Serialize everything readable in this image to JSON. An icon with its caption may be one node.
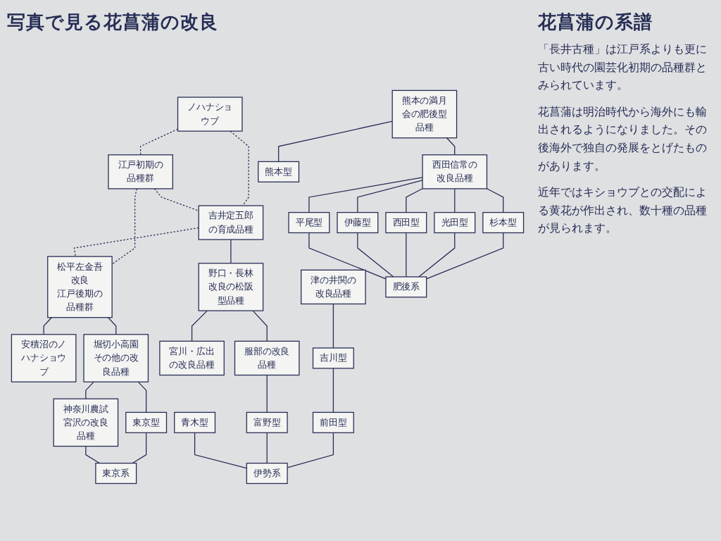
{
  "diagram": {
    "title": "花菖蒲の系譜",
    "nodes": [
      {
        "text": [
          "ノハナショウブ"
        ]
      },
      {
        "text": [
          "江戸初期の品種群"
        ]
      },
      {
        "text": [
          "吉井定五郎の育成品種"
        ]
      },
      {
        "text": [
          "松平左金吾改良",
          "江戸後期の品種群"
        ]
      },
      {
        "text": [
          "安積沼のノハナショウブ"
        ]
      },
      {
        "text": [
          "野口・長林改良の松阪型品種"
        ]
      },
      {
        "text": [
          "堀切小高園その他の改良品種"
        ]
      },
      {
        "text": [
          "熊本の満月会の肥後型品種"
        ]
      },
      {
        "text": [
          "津の井関の改良品種"
        ]
      },
      {
        "text": [
          "宮川・広出の改良品種"
        ]
      },
      {
        "text": [
          "服部の改良品種"
        ]
      },
      {
        "text": [
          "神奈川農試宮沢の改良品種"
        ]
      },
      {
        "text": [
          "西田信常の改良品種"
        ]
      },
      {
        "text": [
          "吉川型"
        ]
      },
      {
        "text": [
          "前田型"
        ]
      },
      {
        "text": [
          "富野型"
        ]
      },
      {
        "text": [
          "青木型"
        ]
      },
      {
        "text": [
          "東京型"
        ]
      },
      {
        "text": [
          "杉本型"
        ]
      },
      {
        "text": [
          "光田型"
        ]
      },
      {
        "text": [
          "西田型"
        ]
      },
      {
        "text": [
          "伊藤型"
        ]
      },
      {
        "text": [
          "平尾型"
        ]
      },
      {
        "text": [
          "熊本型"
        ]
      },
      {
        "text": [
          "伊勢系"
        ]
      },
      {
        "text": [
          "東京系"
        ]
      },
      {
        "text": [
          "肥後系"
        ]
      }
    ],
    "edges": [
      {
        "from": 0,
        "to": 1,
        "arrow": "none",
        "style": "dashed"
      },
      {
        "from": 0,
        "to": 2,
        "arrow": "none",
        "style": "dashed"
      },
      {
        "from": 1,
        "to": 2,
        "arrow": "none",
        "style": "dashed"
      },
      {
        "from": 1,
        "to": 3,
        "arrow": "none",
        "style": "dashed"
      },
      {
        "from": 2,
        "to": 3,
        "arrow": "none",
        "style": "dashed"
      },
      {
        "from": 3,
        "to": 4,
        "arrow": "none"
      },
      {
        "from": 2,
        "to": 5,
        "arrow": "none"
      },
      {
        "from": 3,
        "to": 6,
        "arrow": "none"
      },
      {
        "from": 5,
        "to": 10,
        "arrow": "none"
      },
      {
        "from": 5,
        "to": 9,
        "arrow": "none"
      },
      {
        "from": 6,
        "to": 17,
        "arrow": "none"
      },
      {
        "from": 6,
        "to": 11,
        "arrow": "none"
      },
      {
        "from": 7,
        "to": 12,
        "arrow": "none"
      },
      {
        "from": 7,
        "to": 23,
        "arrow": "none"
      },
      {
        "from": 12,
        "to": 18,
        "arrow": "none"
      },
      {
        "from": 12,
        "to": 19,
        "arrow": "none"
      },
      {
        "from": 12,
        "to": 20,
        "arrow": "none"
      },
      {
        "from": 12,
        "to": 21,
        "arrow": "none"
      },
      {
        "from": 12,
        "to": 22,
        "arrow": "none"
      },
      {
        "from": 8,
        "to": 13,
        "arrow": "none"
      },
      {
        "from": 13,
        "to": 14,
        "arrow": "none"
      },
      {
        "from": 10,
        "to": 15,
        "arrow": "none"
      },
      {
        "from": 14,
        "to": 24,
        "arrow": "none"
      },
      {
        "from": 15,
        "to": 24,
        "arrow": "none"
      },
      {
        "from": 16,
        "to": 24,
        "arrow": "none"
      },
      {
        "from": 17,
        "to": 25,
        "arrow": "none"
      },
      {
        "from": 11,
        "to": 25,
        "arrow": "none"
      },
      {
        "from": 18,
        "to": 26,
        "arrow": "none"
      },
      {
        "from": 19,
        "to": 26,
        "arrow": "none"
      },
      {
        "from": 20,
        "to": 26,
        "arrow": "none"
      },
      {
        "from": 21,
        "to": 26,
        "arrow": "none"
      },
      {
        "from": 22,
        "to": 26,
        "arrow": "none"
      }
    ],
    "labels": [
      "写真で見る花菖蒲の改良",
      "「長井古種」は江戸系よりも更に古い時代の園芸化初期の品種群とみられています。",
      "花菖蒲は明治時代から海外にも輸出されるようになりました。その後海外で独自の発展をとげたものがあります。",
      "近年ではキショウブとの交配による黄花が作出され、数十種の品種が見られます。"
    ]
  }
}
